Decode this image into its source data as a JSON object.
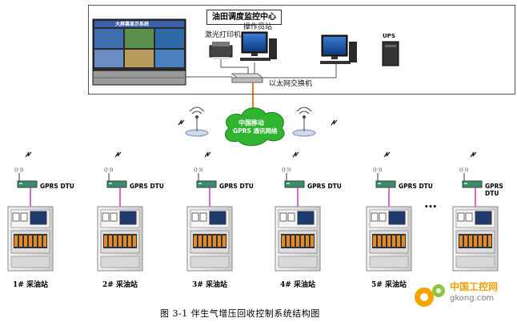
{
  "control_center": {
    "title": "油田调度监控中心",
    "video_wall_label": "大屏幕显示系统",
    "printer_label": "激光打印机",
    "workstation_label": "操作员站",
    "switch_label": "以太网交换机",
    "ups_label": "UPS"
  },
  "network": {
    "cloud_line1": "中国移动",
    "cloud_line2": "GPRS 通讯网络"
  },
  "dtu_label": "GPRS DTU",
  "ellipsis": "…",
  "stations": [
    {
      "label": "1# 采油站"
    },
    {
      "label": "2# 采油站"
    },
    {
      "label": "3# 采油站"
    },
    {
      "label": "4# 采油站"
    },
    {
      "label": "5# 采油站"
    },
    {
      "label": ""
    }
  ],
  "caption": "图    3-1   伴生气增压回收控制系统结构图",
  "watermark": {
    "name": "中国工控网",
    "domain": "gkong.com"
  },
  "colors": {
    "cloud": "#2fb52f",
    "uplink": "#e07a1a",
    "dtu_link": "#cc33cc",
    "cabinet": "#e6e6e6",
    "screen": "#1f3c70"
  }
}
